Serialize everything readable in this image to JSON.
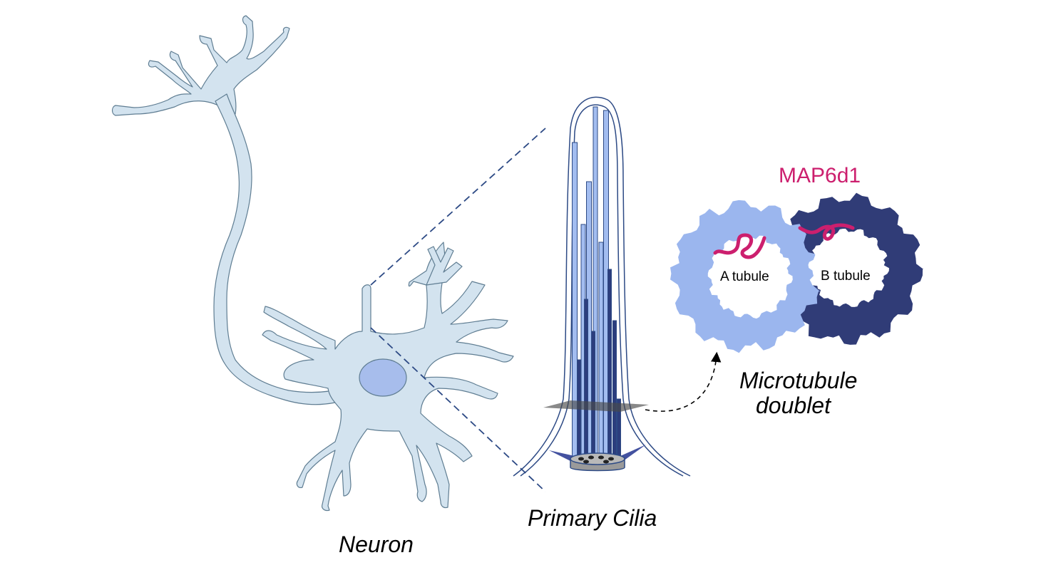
{
  "labels": {
    "neuron": "Neuron",
    "primary_cilia": "Primary Cilia",
    "microtubule_line1": "Microtubule",
    "microtubule_line2": "doublet",
    "protein": "MAP6d1",
    "a_tubule": "A tubule",
    "b_tubule": "B tubule"
  },
  "colors": {
    "neuron_fill": "#d3e3ef",
    "neuron_outline": "#5f7d92",
    "nucleus": "#a7bdec",
    "a_tubule": "#9bb6ee",
    "b_tubule": "#303c77",
    "protein": "#cc1f6e",
    "dashed_line": "#2d4a85",
    "cilia_membrane": "#2d4a85",
    "cilia_light_rod": "#a3bdf0",
    "cilia_dark_rod": "#2c3d7d"
  }
}
